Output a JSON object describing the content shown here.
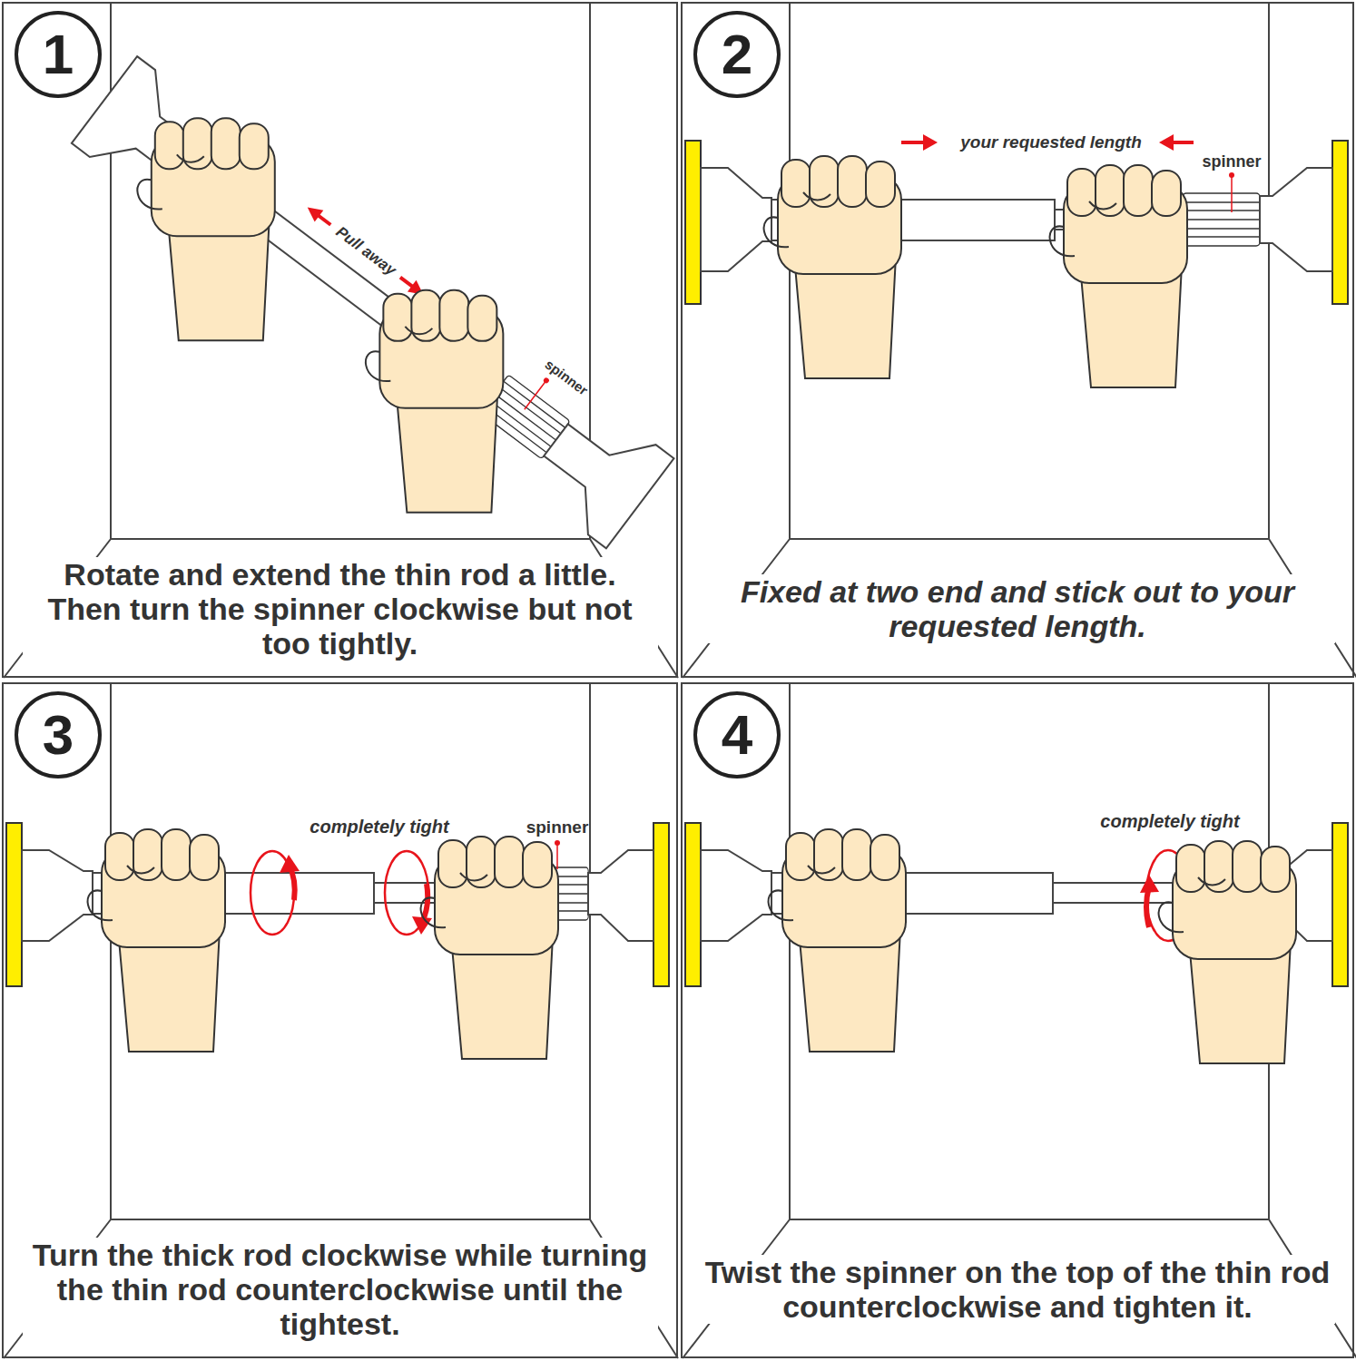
{
  "diagram": {
    "nodes": [
      {
        "text": [
          "Rotate and extend the thin rod a little. Then turn the spinner clockwise but not too tightly."
        ]
      },
      {
        "text": [
          "1"
        ],
        "in": 0
      },
      {
        "text": [
          "Fixed at two end and stick out to your requested length."
        ]
      },
      {
        "text": [
          "2"
        ],
        "in": 2
      },
      {
        "text": [
          "Turn the thick rod clockwise while turning the thin rod counterclockwise until the tightest."
        ]
      },
      {
        "text": [
          "3"
        ],
        "in": 4
      },
      {
        "text": [
          "Twist the spinner on the top of the thin rod counterclockwise and tighten it."
        ]
      },
      {
        "text": [
          "4"
        ],
        "in": 6
      }
    ],
    "labels": [
      "Pull away",
      "spinner",
      "your requested length",
      "spinner",
      "completely tight",
      "spinner",
      "completely tight"
    ]
  }
}
